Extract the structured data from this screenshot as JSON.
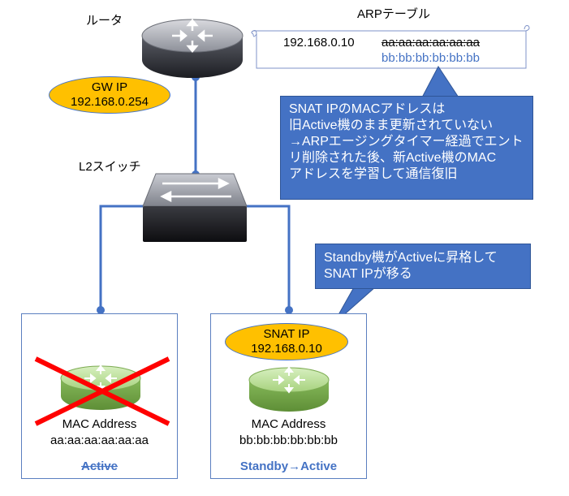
{
  "router": {
    "label": "ルータ"
  },
  "arp_table": {
    "title": "ARPテーブル",
    "ip": "192.168.0.10",
    "old_mac": "aa:aa:aa:aa:aa:aa",
    "new_mac": "bb:bb:bb:bb:bb:bb"
  },
  "gateway": {
    "line1": "GW IP",
    "line2": "192.168.0.254"
  },
  "callout_arp": {
    "lines": [
      "SNAT IPのMACアドレスは",
      "旧Active機のまま更新されていない",
      "→ARPエージングタイマー経過でエント",
      "リ削除された後、新Active機のMAC",
      "アドレスを学習して通信復旧"
    ]
  },
  "switch": {
    "label": "L2スイッチ"
  },
  "callout_standby": {
    "lines": [
      "Standby機がActiveに昇格して",
      "SNAT IPが移る"
    ]
  },
  "left_node": {
    "mac_label": "MAC Address",
    "mac": "aa:aa:aa:aa:aa:aa",
    "status": "Active"
  },
  "right_node": {
    "snat_line1": "SNAT IP",
    "snat_line2": "192.168.0.10",
    "mac_label": "MAC Address",
    "mac": "bb:bb:bb:bb:bb:bb",
    "status": "Standby→Active"
  },
  "colors": {
    "link": "#4472c4",
    "highlight": "#ffc000",
    "callout": "#4472c4",
    "failed_cross": "#ff0000",
    "status_text": "#4472c4"
  }
}
